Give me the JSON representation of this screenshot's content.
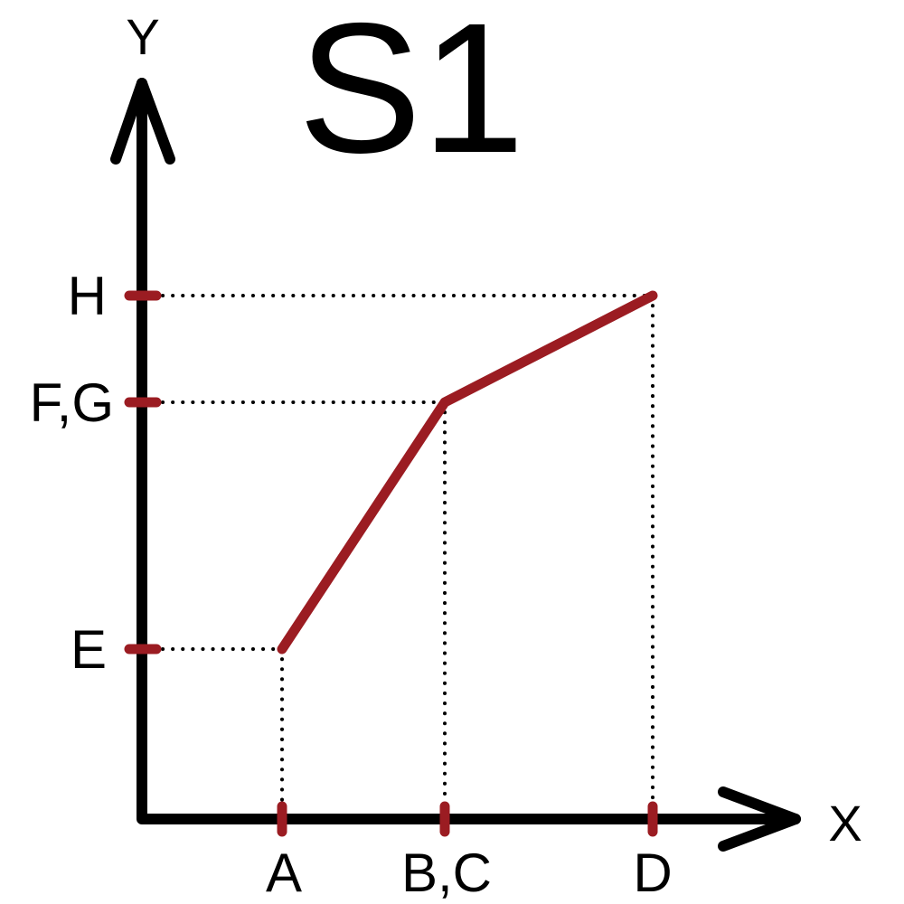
{
  "title": "S1",
  "axes": {
    "x_name": "X",
    "y_name": "Y"
  },
  "colors": {
    "axis": "#000000",
    "curve": "#9b1c22",
    "guides": "#000000"
  },
  "x_ticks": [
    "A",
    "B,C",
    "D"
  ],
  "y_ticks": [
    "E",
    "F,G",
    "H"
  ],
  "chart_data": {
    "type": "line",
    "title": "S1",
    "xlabel": "X",
    "ylabel": "Y",
    "x_tick_labels": [
      "A",
      "B,C",
      "D"
    ],
    "y_tick_labels": [
      "E",
      "F,G",
      "H"
    ],
    "points": [
      {
        "x": "A",
        "y": "E"
      },
      {
        "x": "B,C",
        "y": "F,G"
      },
      {
        "x": "D",
        "y": "H"
      }
    ],
    "guide_lines": "dotted projections from each point to both axes"
  }
}
